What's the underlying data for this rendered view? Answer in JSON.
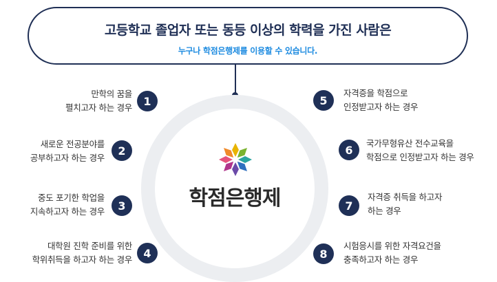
{
  "banner": {
    "title": "고등학교 졸업자 또는 동등 이상의 학력을 가진 사람은",
    "subtitle": "누구나 학점은행제를 이용할 수 있습니다."
  },
  "center": {
    "title": "학점은행제",
    "logo_icon": "flower-petal-logo-icon",
    "logo_colors": [
      "#e8b400",
      "#7ab32e",
      "#2aa5a0",
      "#2f6fbf",
      "#6b4aa8",
      "#b0358c",
      "#e5527d",
      "#f08a2a"
    ]
  },
  "colors": {
    "primary": "#1f2f55",
    "accent": "#1d8be0",
    "ring": "#eceef1"
  },
  "items": [
    {
      "num": "1",
      "line1": "만학의 꿈을",
      "line2": "펼치고자 하는 경우"
    },
    {
      "num": "2",
      "line1": "새로운 전공분야를",
      "line2": "공부하고자 하는 경우"
    },
    {
      "num": "3",
      "line1": "중도 포기한 학업을",
      "line2": "지속하고자 하는 경우"
    },
    {
      "num": "4",
      "line1": "대학원 진학 준비를 위한",
      "line2": "학위취득을 하고자 하는 경우"
    },
    {
      "num": "5",
      "line1": "자격증을 학점으로",
      "line2": "인정받고자 하는 경우"
    },
    {
      "num": "6",
      "line1": "국가무형유산 전수교육을",
      "line2": "학점으로 인정받고자 하는 경우"
    },
    {
      "num": "7",
      "line1": "자격증 취득을 하고자",
      "line2": "하는 경우"
    },
    {
      "num": "8",
      "line1": "시험응시를 위한 자격요건을",
      "line2": "충족하고자 하는 경우"
    }
  ]
}
